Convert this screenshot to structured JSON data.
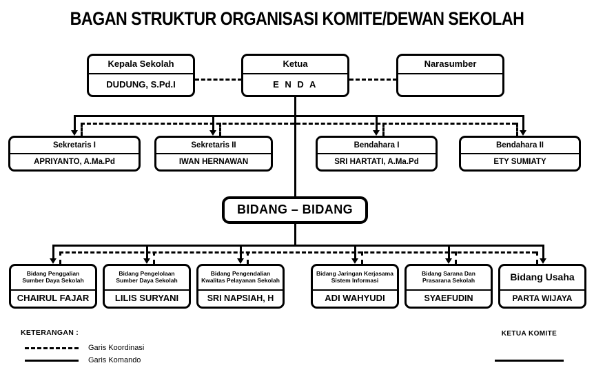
{
  "title": "BAGAN STRUKTUR ORGANISASI KOMITE/DEWAN SEKOLAH",
  "nodes": {
    "kepala_sekolah": {
      "role": "Kepala Sekolah",
      "name": "DUDUNG, S.Pd.I"
    },
    "ketua": {
      "role": "Ketua",
      "name": "E N D A"
    },
    "narasumber": {
      "role": "Narasumber",
      "name": ""
    },
    "sekretaris_1": {
      "role": "Sekretaris I",
      "name": "APRIYANTO, A.Ma.Pd"
    },
    "sekretaris_2": {
      "role": "Sekretaris II",
      "name": "IWAN HERNAWAN"
    },
    "bendahara_1": {
      "role": "Bendahara I",
      "name": "SRI HARTATI, A.Ma.Pd"
    },
    "bendahara_2": {
      "role": "Bendahara II",
      "name": "ETY SUMIATY"
    },
    "bidang_bidang": {
      "role": "",
      "name": "BIDANG – BIDANG"
    },
    "bidang_1": {
      "role_line1": "Bidang Penggalian",
      "role_line2": "Sumber Daya Sekolah",
      "name": "CHAIRUL FAJAR"
    },
    "bidang_2": {
      "role_line1": "Bidang Pengelolaan",
      "role_line2": "Sumber Daya Sekolah",
      "name": "LILIS SURYANI"
    },
    "bidang_3": {
      "role_line1": "Bidang Pengendalian",
      "role_line2": "Kwalitas Pelayanan Sekolah",
      "name": "SRI NAPSIAH, H"
    },
    "bidang_4": {
      "role_line1": "Bidang Jaringan Kerjasama",
      "role_line2": "Sistem Informasi",
      "name": "ADI WAHYUDI"
    },
    "bidang_5": {
      "role_line1": "Bidang Sarana Dan",
      "role_line2": "Prasarana Sekolah",
      "name": "SYAEFUDIN"
    },
    "bidang_6": {
      "role_line1": "Bidang Usaha",
      "role_line2": "",
      "name": "PARTA WIJAYA"
    }
  },
  "legend": {
    "title": "KETERANGAN :",
    "items": [
      {
        "style": "dashed",
        "label": "Garis Koordinasi"
      },
      {
        "style": "solid",
        "label": "Garis Komando"
      }
    ]
  },
  "signature": {
    "title": "KETUA KOMITE"
  },
  "colors": {
    "ink": "#000000",
    "paper": "#ffffff"
  },
  "chart_data": {
    "type": "diagram",
    "subtype": "organization-chart",
    "title": "BAGAN STRUKTUR ORGANISASI KOMITE/DEWAN SEKOLAH",
    "levels": [
      {
        "level": 1,
        "members": [
          {
            "role": "Kepala Sekolah",
            "name": "DUDUNG, S.Pd.I"
          },
          {
            "role": "Ketua",
            "name": "E N D A"
          },
          {
            "role": "Narasumber",
            "name": ""
          }
        ]
      },
      {
        "level": 2,
        "members": [
          {
            "role": "Sekretaris I",
            "name": "APRIYANTO, A.Ma.Pd"
          },
          {
            "role": "Sekretaris II",
            "name": "IWAN HERNAWAN"
          },
          {
            "role": "Bendahara I",
            "name": "SRI HARTATI, A.Ma.Pd"
          },
          {
            "role": "Bendahara II",
            "name": "ETY SUMIATY"
          }
        ]
      },
      {
        "level": 3,
        "members": [
          {
            "role": "BIDANG – BIDANG",
            "name": ""
          }
        ]
      },
      {
        "level": 4,
        "members": [
          {
            "role": "Bidang Penggalian Sumber Daya Sekolah",
            "name": "CHAIRUL FAJAR"
          },
          {
            "role": "Bidang Pengelolaan Sumber Daya Sekolah",
            "name": "LILIS SURYANI"
          },
          {
            "role": "Bidang Pengendalian Kwalitas Pelayanan Sekolah",
            "name": "SRI NAPSIAH, H"
          },
          {
            "role": "Bidang Jaringan Kerjasama Sistem Informasi",
            "name": "ADI WAHYUDI"
          },
          {
            "role": "Bidang Sarana Dan Prasarana Sekolah",
            "name": "SYAEFUDIN"
          },
          {
            "role": "Bidang Usaha",
            "name": "PARTA WIJAYA"
          }
        ]
      }
    ],
    "edges": [
      {
        "from": "Kepala Sekolah",
        "to": "Ketua",
        "style": "dashed",
        "meaning": "Garis Koordinasi"
      },
      {
        "from": "Ketua",
        "to": "Narasumber",
        "style": "dashed",
        "meaning": "Garis Koordinasi"
      },
      {
        "from": "Ketua",
        "to": "Sekretaris I",
        "style": "solid",
        "meaning": "Garis Komando"
      },
      {
        "from": "Ketua",
        "to": "Sekretaris II",
        "style": "solid",
        "meaning": "Garis Komando"
      },
      {
        "from": "Ketua",
        "to": "Bendahara I",
        "style": "solid",
        "meaning": "Garis Komando"
      },
      {
        "from": "Ketua",
        "to": "Bendahara II",
        "style": "solid",
        "meaning": "Garis Komando"
      },
      {
        "from": "Ketua",
        "to": "BIDANG – BIDANG",
        "style": "solid",
        "meaning": "Garis Komando"
      },
      {
        "from": "BIDANG – BIDANG",
        "to": "Bidang Penggalian Sumber Daya Sekolah",
        "style": "solid",
        "meaning": "Garis Komando"
      },
      {
        "from": "BIDANG – BIDANG",
        "to": "Bidang Pengelolaan Sumber Daya Sekolah",
        "style": "solid",
        "meaning": "Garis Komando"
      },
      {
        "from": "BIDANG – BIDANG",
        "to": "Bidang Pengendalian Kwalitas Pelayanan Sekolah",
        "style": "solid",
        "meaning": "Garis Komando"
      },
      {
        "from": "BIDANG – BIDANG",
        "to": "Bidang Jaringan Kerjasama Sistem Informasi",
        "style": "solid",
        "meaning": "Garis Komando"
      },
      {
        "from": "BIDANG – BIDANG",
        "to": "Bidang Sarana Dan Prasarana Sekolah",
        "style": "solid",
        "meaning": "Garis Komando"
      },
      {
        "from": "BIDANG – BIDANG",
        "to": "Bidang Usaha",
        "style": "solid",
        "meaning": "Garis Komando"
      }
    ],
    "legend": [
      {
        "style": "dashed",
        "label": "Garis Koordinasi"
      },
      {
        "style": "solid",
        "label": "Garis Komando"
      }
    ]
  }
}
